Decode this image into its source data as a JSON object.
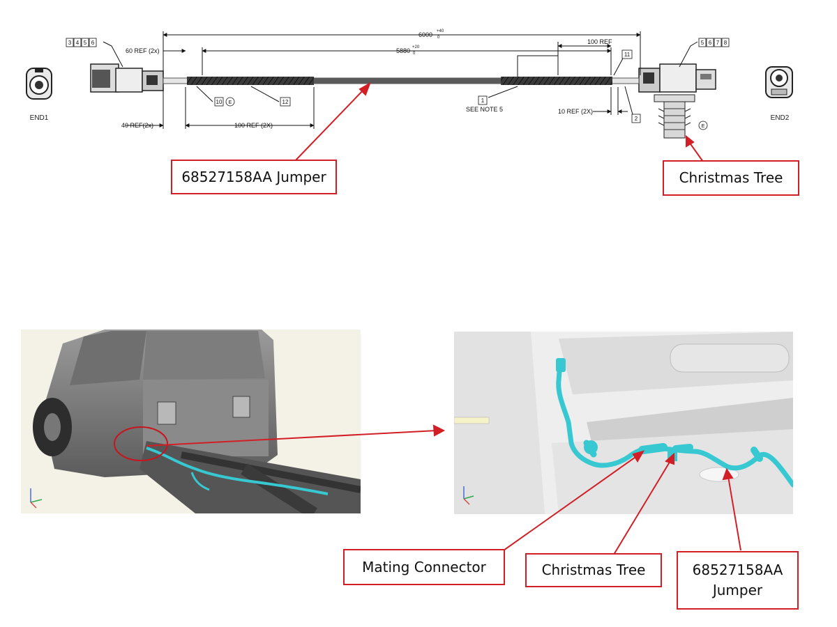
{
  "drawing": {
    "dim_overall": "6000",
    "dim_overall_tol_upper": "+40",
    "dim_overall_tol_lower": "0",
    "dim_inner": "5880",
    "dim_inner_tol_upper": "+20",
    "dim_inner_tol_lower": "0",
    "dim_60_ref": "60 REF (2x)",
    "dim_100_ref_top": "100 REF",
    "dim_40_ref": "40 REF(2x)",
    "dim_100_ref_2x": "100 REF (2X)",
    "dim_10_ref": "10 REF (2X)",
    "see_note": "SEE NOTE 5",
    "end1_label": "END1",
    "end2_label": "END2",
    "flag_e": "E",
    "balloons_left": [
      "3",
      "4",
      "5",
      "6"
    ],
    "balloons_right": [
      "5",
      "6",
      "7",
      "8"
    ],
    "balloon_10": "10",
    "balloon_12": "12",
    "balloon_1": "1",
    "balloon_11": "11",
    "balloon_2": "2"
  },
  "callouts": {
    "jumper_top": "68527158AA Jumper",
    "christmas_tree_top": "Christmas Tree",
    "mating_connector": "Mating Connector",
    "christmas_tree_bottom": "Christmas Tree",
    "jumper_bottom_line1": "68527158AA",
    "jumper_bottom_line2": "Jumper"
  },
  "colors": {
    "callout_red": "#d21f26",
    "harness_cyan": "#37c8d2",
    "circle_red": "#c8141e"
  }
}
